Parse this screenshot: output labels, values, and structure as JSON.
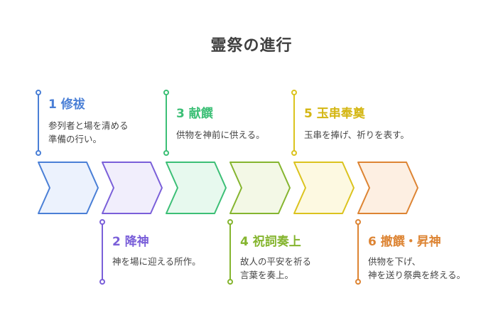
{
  "title": "霊祭の進行",
  "steps": [
    {
      "num": "1",
      "name": "修祓",
      "desc": "参列者と場を清める\n準備の行い。",
      "stroke": "#4a7fd6",
      "fill": "#ecf2fd",
      "text_color": "#4a7fd6"
    },
    {
      "num": "2",
      "name": "降神",
      "desc": "神を場に迎える所作。",
      "stroke": "#7a5fd9",
      "fill": "#f1eefc",
      "text_color": "#7a5fd9"
    },
    {
      "num": "3",
      "name": "献饌",
      "desc": "供物を神前に供える。",
      "stroke": "#3cbf76",
      "fill": "#e7f9ee",
      "text_color": "#3cbf76"
    },
    {
      "num": "4",
      "name": "祝詞奏上",
      "desc": "故人の平安を祈る\n言葉を奏上。",
      "stroke": "#85b52f",
      "fill": "#f3f8e6",
      "text_color": "#85b52f"
    },
    {
      "num": "5",
      "name": "玉串奉奠",
      "desc": "玉串を捧げ、祈りを表す。",
      "stroke": "#dbc31e",
      "fill": "#fdf9e1",
      "text_color": "#d4b612"
    },
    {
      "num": "6",
      "name": "撤饌・昇神",
      "desc": "供物を下げ、\n神を送り祭典を終える。",
      "stroke": "#dd8433",
      "fill": "#fdefe2",
      "text_color": "#dd8433"
    }
  ]
}
